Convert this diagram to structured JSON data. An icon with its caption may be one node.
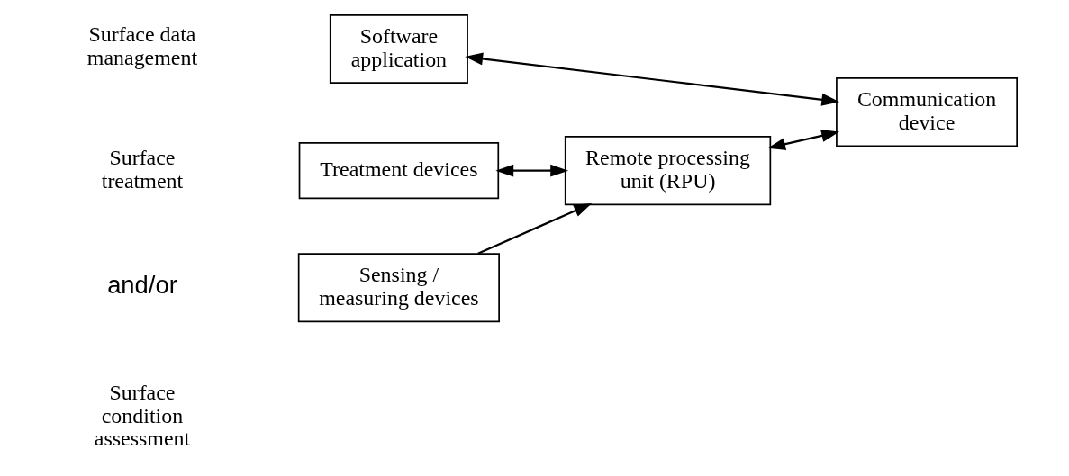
{
  "diagram": {
    "nodes": [
      {
        "text": [
          "Sensing / measuring devices"
        ]
      },
      {
        "text": [
          "Remote processing unit (RPU)"
        ]
      },
      {
        "text": [
          "Communication device"
        ]
      },
      {
        "text": [
          "Treatment devices"
        ]
      },
      {
        "text": [
          "Software application"
        ]
      }
    ],
    "edges": [
      {
        "from": 0,
        "to": 1,
        "arrow": "to"
      },
      {
        "from": 1,
        "to": 2,
        "arrow": "both"
      },
      {
        "from": 1,
        "to": 3,
        "arrow": "both"
      },
      {
        "from": 4,
        "to": 2,
        "arrow": "both"
      }
    ],
    "labels": [
      "Surface condition assessment",
      "and/or",
      "Surface treatment",
      "Surface data management"
    ]
  }
}
